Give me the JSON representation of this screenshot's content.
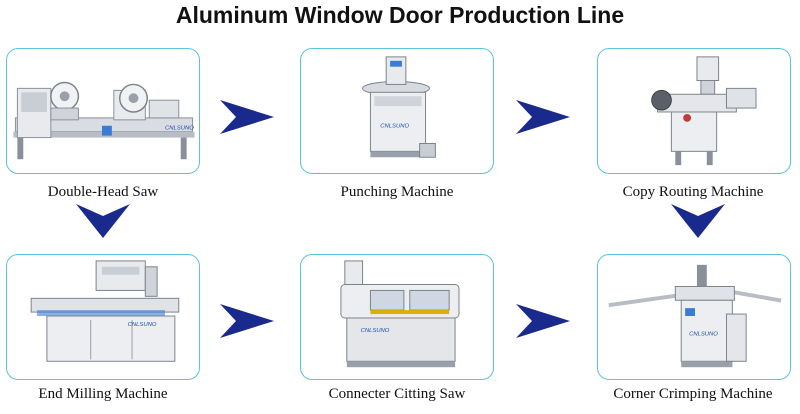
{
  "title": "Aluminum Window Door Production Line",
  "brand_mark": "CNLSUNO",
  "colors": {
    "card_border": "#5cc4d6",
    "arrow": "#1a2a8c",
    "machine_body": "#e4e6ea",
    "machine_shadow": "#9aa0aa"
  },
  "steps": [
    {
      "label": "Double-Head Saw",
      "icon": "double-head-saw-icon"
    },
    {
      "label": "Punching Machine",
      "icon": "punching-machine-icon"
    },
    {
      "label": "Copy Routing Machine",
      "icon": "copy-routing-machine-icon"
    },
    {
      "label": "End Milling Machine",
      "icon": "end-milling-machine-icon"
    },
    {
      "label": "Connecter Citting Saw",
      "icon": "connector-cutting-saw-icon"
    },
    {
      "label": "Corner Crimping Machine",
      "icon": "corner-crimping-machine-icon"
    }
  ]
}
